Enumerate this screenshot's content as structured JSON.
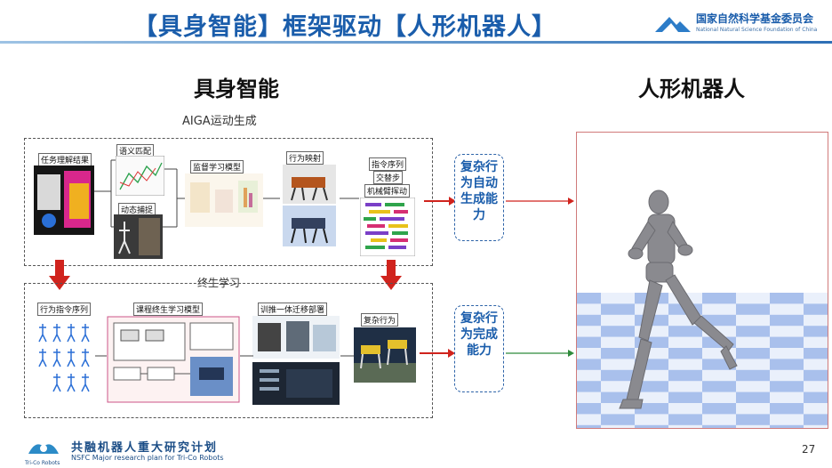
{
  "header": {
    "title": "【具身智能】框架驱动【人形机器人】",
    "org_cn": "国家自然科学基金委员会",
    "org_en": "National Natural Science Foundation of China"
  },
  "left": {
    "heading": "具身智能",
    "top_section_label": "AIGA运动生成",
    "bottom_section_label": "终生学习",
    "top_blocks": {
      "task_understanding": "任务理解结果",
      "semantic_matching": "语义匹配",
      "motion_capture": "动态捕捉",
      "supervised_model": "监督学习模型",
      "behavior_mapping": "行为映射",
      "instruction_sequence": "指令序列",
      "alternating_step": "交替步",
      "arm_swing": "机械臂挥动"
    },
    "bottom_blocks": {
      "behavior_instruction_sequence": "行为指令序列",
      "curriculum_model": "课程终生学习模型",
      "train_transfer_deploy": "训推一体迁移部署",
      "complex_behavior": "复杂行为"
    },
    "capability_top": "复杂行为自动生成能力",
    "capability_bottom": "复杂行为完成能力"
  },
  "right": {
    "heading": "人形机器人"
  },
  "footer": {
    "cn": "共融机器人重大研究计划",
    "en": "NSFC Major research plan for Tri-Co Robots",
    "logo_text": "Tri-Co Robots",
    "page": "27"
  },
  "colors": {
    "title_blue": "#1a5dab",
    "arrow_red": "#d0231d",
    "dash_blue": "#2d63a8"
  }
}
